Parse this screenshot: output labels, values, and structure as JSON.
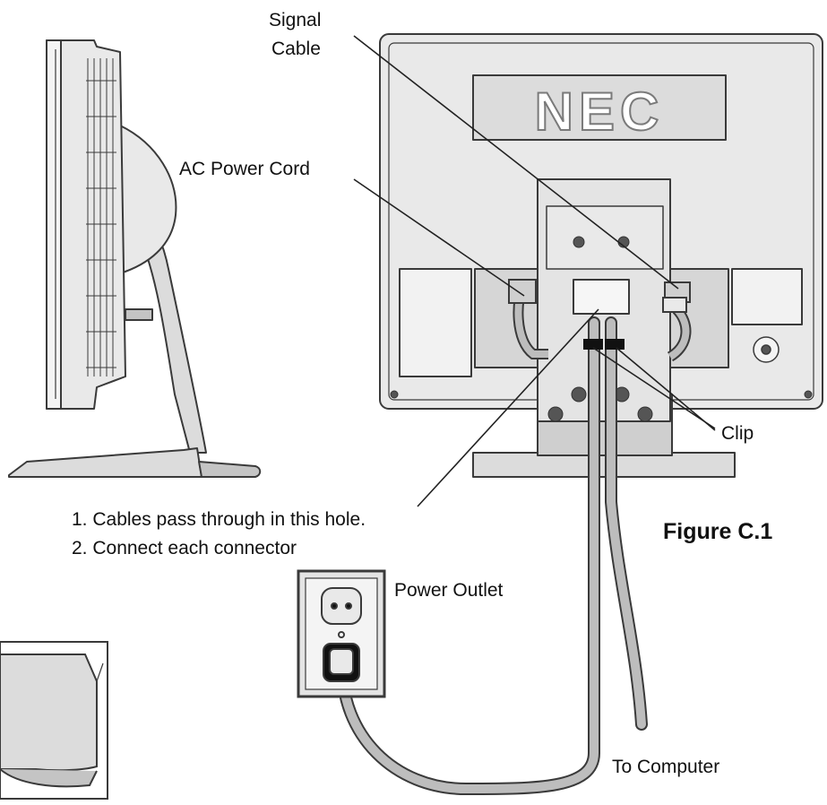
{
  "labels": {
    "signal_cable_line1": "Signal",
    "signal_cable_line2": "Cable",
    "ac_power_cord": "AC Power Cord",
    "clip": "Clip",
    "instruction_1": "1. Cables pass through in this hole.",
    "instruction_2": "2. Connect each connector",
    "figure_title": "Figure C.1",
    "power_outlet": "Power Outlet",
    "to_computer": "To Computer"
  },
  "logo": "NEC",
  "colors": {
    "outline": "#3a3a3a",
    "monitor_fill": "#e9e9e9",
    "panel_fill": "#dcdcdc",
    "shadow_fill": "#c4c4c4",
    "cable_fill": "#bdbdbd",
    "clip_fill": "#111111",
    "screw_fill": "#555555",
    "background": "#ffffff"
  }
}
